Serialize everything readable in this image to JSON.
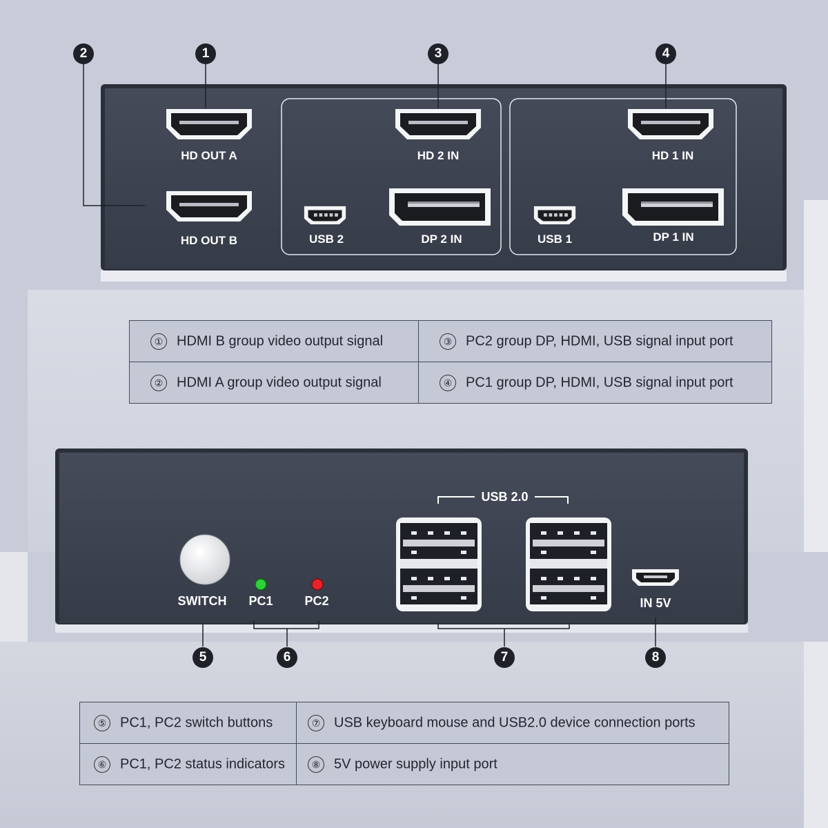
{
  "back_panel": {
    "hd_out_a": "HD OUT A",
    "hd_out_b": "HD OUT B",
    "hd_2_in": "HD 2 IN",
    "usb_2": "USB 2",
    "dp_2_in": "DP 2 IN",
    "hd_1_in": "HD 1 IN",
    "usb_1": "USB 1",
    "dp_1_in": "DP 1 IN"
  },
  "front_panel": {
    "switch": "SWITCH",
    "pc1": "PC1",
    "pc2": "PC2",
    "usb_group": "USB 2.0",
    "power": "IN 5V"
  },
  "badges": [
    "1",
    "2",
    "3",
    "4",
    "5",
    "6",
    "7",
    "8"
  ],
  "legend_top": [
    {
      "num": "①",
      "text": "HDMI B group video output signal"
    },
    {
      "num": "③",
      "text": "PC2 group DP, HDMI, USB signal input port"
    },
    {
      "num": "②",
      "text": "HDMI A group video output signal"
    },
    {
      "num": "④",
      "text": "PC1 group DP, HDMI, USB signal input port"
    }
  ],
  "legend_bottom": [
    {
      "num": "⑤",
      "text": "PC1, PC2 switch buttons"
    },
    {
      "num": "⑦",
      "text": "USB keyboard mouse and USB2.0 device connection ports"
    },
    {
      "num": "⑥",
      "text": "PC1, PC2 status indicators"
    },
    {
      "num": "⑧",
      "text": "5V power supply input port"
    }
  ],
  "colors": {
    "panel": "#3b414f",
    "led_pc1": "#2fd13a",
    "led_pc2": "#e8222a"
  }
}
